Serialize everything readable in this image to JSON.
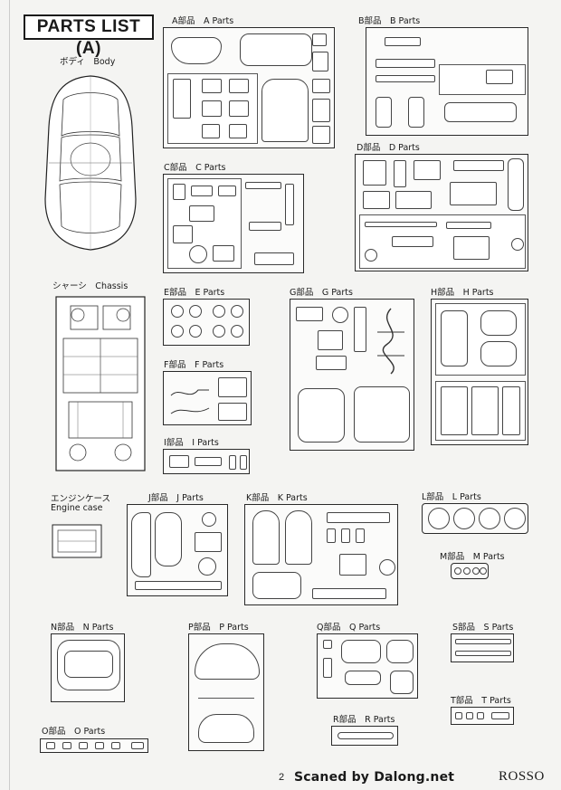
{
  "title": "PARTS LIST (A)",
  "sections": {
    "body": "ボディ　Body",
    "chassis": "シャーシ　Chassis",
    "engine_case_jp": "エンジンケース",
    "engine_case_en": "Engine case",
    "a": "A部品　A Parts",
    "b": "B部品　B Parts",
    "c": "C部品　C Parts",
    "d": "D部品　D Parts",
    "e": "E部品　E Parts",
    "f": "F部品　F Parts",
    "g": "G部品　G Parts",
    "h": "H部品　H Parts",
    "i": "I部品　I Parts",
    "j": "J部品　J Parts",
    "k": "K部品　K Parts",
    "l": "L部品　L Parts",
    "m": "M部品　M Parts",
    "n": "N部品　N Parts",
    "o": "O部品　O Parts",
    "p": "P部品　P Parts",
    "q": "Q部品　Q Parts",
    "r": "R部品　R Parts",
    "s": "S部品　S Parts",
    "t": "T部品　T Parts"
  },
  "footer": {
    "page": "2",
    "scan": "Scaned by Dalong.net",
    "brand": "ROSSO"
  }
}
